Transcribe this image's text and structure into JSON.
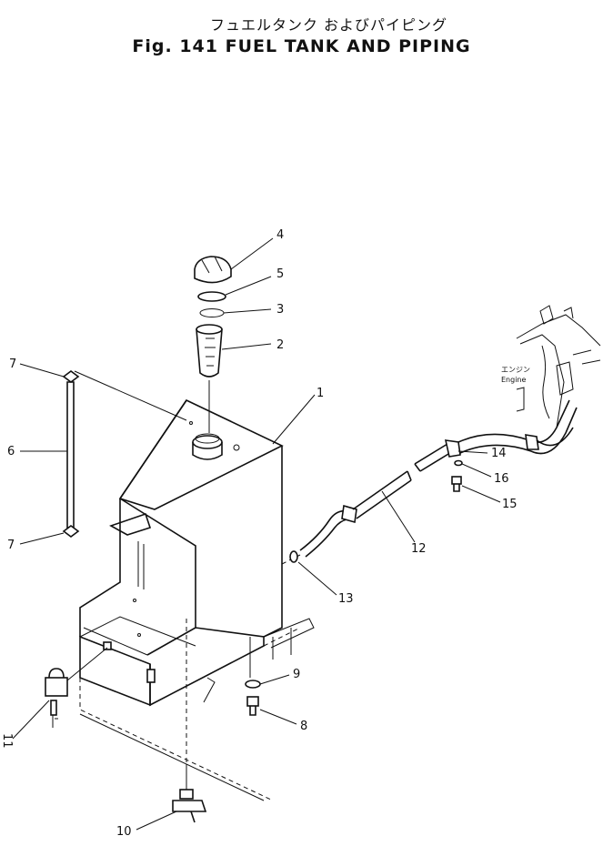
{
  "header": {
    "title_jp": "フュエルタンク およびパイピング",
    "title_en": "Fig. 141 FUEL TANK AND PIPING"
  },
  "engine_label": {
    "jp": "エンジン",
    "en": "Engine"
  },
  "callouts": [
    {
      "id": "c1",
      "label": "1"
    },
    {
      "id": "c2",
      "label": "2"
    },
    {
      "id": "c3",
      "label": "3"
    },
    {
      "id": "c4",
      "label": "4"
    },
    {
      "id": "c5",
      "label": "5"
    },
    {
      "id": "c6",
      "label": "6"
    },
    {
      "id": "c7a",
      "label": "7"
    },
    {
      "id": "c7b",
      "label": "7"
    },
    {
      "id": "c8",
      "label": "8"
    },
    {
      "id": "c9",
      "label": "9"
    },
    {
      "id": "c10",
      "label": "10"
    },
    {
      "id": "c11",
      "label": "11"
    },
    {
      "id": "c12",
      "label": "12"
    },
    {
      "id": "c13",
      "label": "13"
    },
    {
      "id": "c14",
      "label": "14"
    },
    {
      "id": "c15",
      "label": "15"
    },
    {
      "id": "c16",
      "label": "16"
    }
  ]
}
